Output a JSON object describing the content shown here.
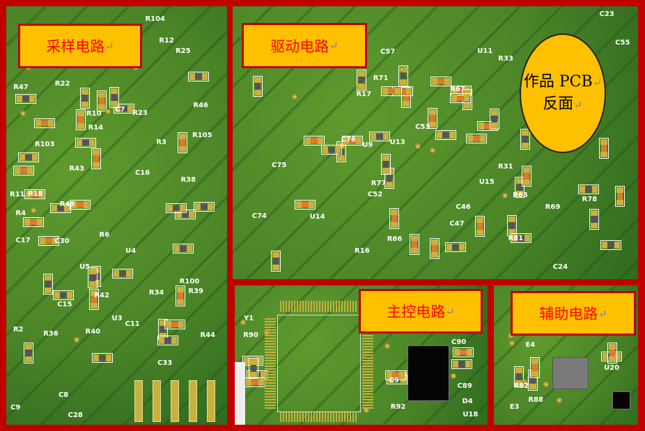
{
  "labels": {
    "sampling": "采样电路",
    "driving": "驱动电路",
    "control": "主控电路",
    "auxiliary": "辅助电路",
    "return_mark": "↵",
    "pcb_back_line1": "作品 PCB",
    "pcb_back_line2": "反面"
  },
  "silkscreen": {
    "sampling": [
      "R12",
      "R14",
      "R11",
      "R3",
      "R4",
      "R6",
      "R2",
      "R42",
      "R44",
      "R46",
      "R43",
      "R39",
      "R38",
      "R40",
      "R36",
      "U4",
      "U5",
      "R18",
      "C7",
      "C9",
      "R23",
      "C8",
      "C15",
      "C16",
      "R25",
      "C33",
      "R47",
      "C28",
      "C30",
      "R49",
      "C17",
      "R34",
      "R105",
      "R100",
      "R104",
      "R103",
      "U3",
      "C11",
      "R22",
      "R10"
    ],
    "driving": [
      "R16",
      "C23",
      "R17",
      "C24",
      "C52",
      "C47",
      "R67",
      "R69",
      "R31",
      "C74",
      "C55",
      "C53",
      "C57",
      "R71",
      "C76",
      "R33",
      "C75",
      "U9",
      "U13",
      "U11",
      "U15",
      "U14",
      "R81",
      "R77",
      "C46",
      "R78",
      "R66",
      "R65"
    ],
    "control": [
      "U18",
      "R92",
      "R90",
      "C9",
      "C90",
      "C89",
      "Y1",
      "D4"
    ],
    "auxiliary": [
      "E3",
      "E4",
      "U20",
      "R82",
      "R88"
    ]
  }
}
